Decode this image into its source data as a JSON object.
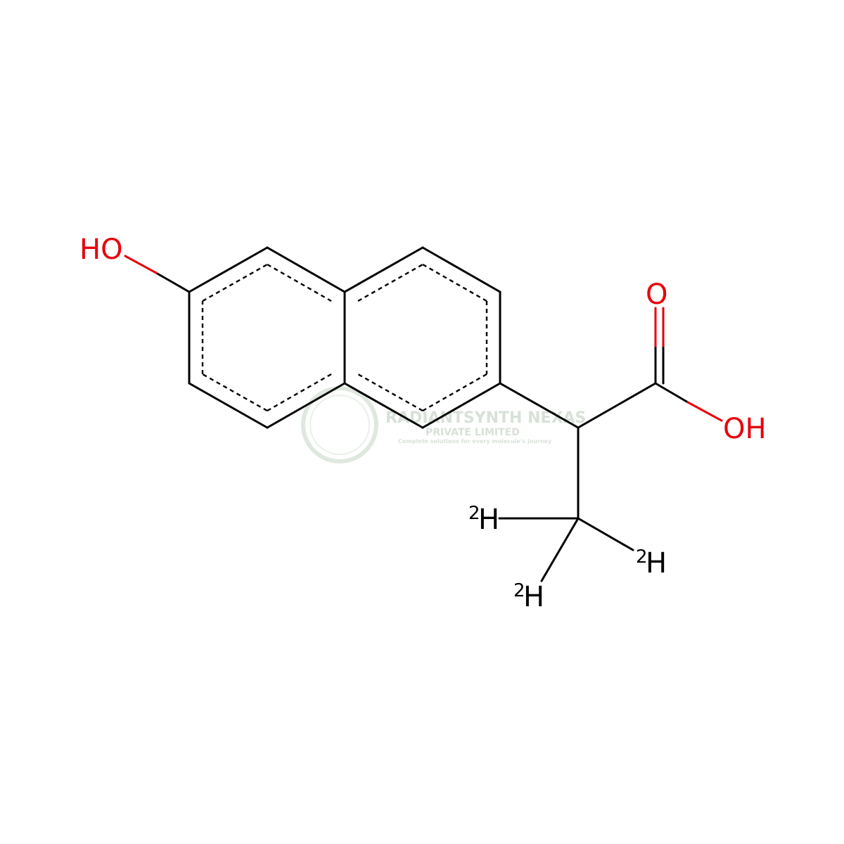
{
  "molecule": {
    "labels": {
      "hydroxyl": "HO",
      "carbonyl_oxygen": "O",
      "acid_hydroxyl": "OH",
      "deuterium_isotope": "2",
      "deuterium_symbol": "H"
    }
  },
  "watermark": {
    "company": "RADIANTSYNTH NEXAS",
    "suffix": "PRIVATE LIMITED",
    "tagline": "Complete solutions for every molecule's journey"
  },
  "colors": {
    "bond": "#000000",
    "oxygen": "#e8000b",
    "background": "#ffffff",
    "watermark": "#b9c9b9"
  }
}
